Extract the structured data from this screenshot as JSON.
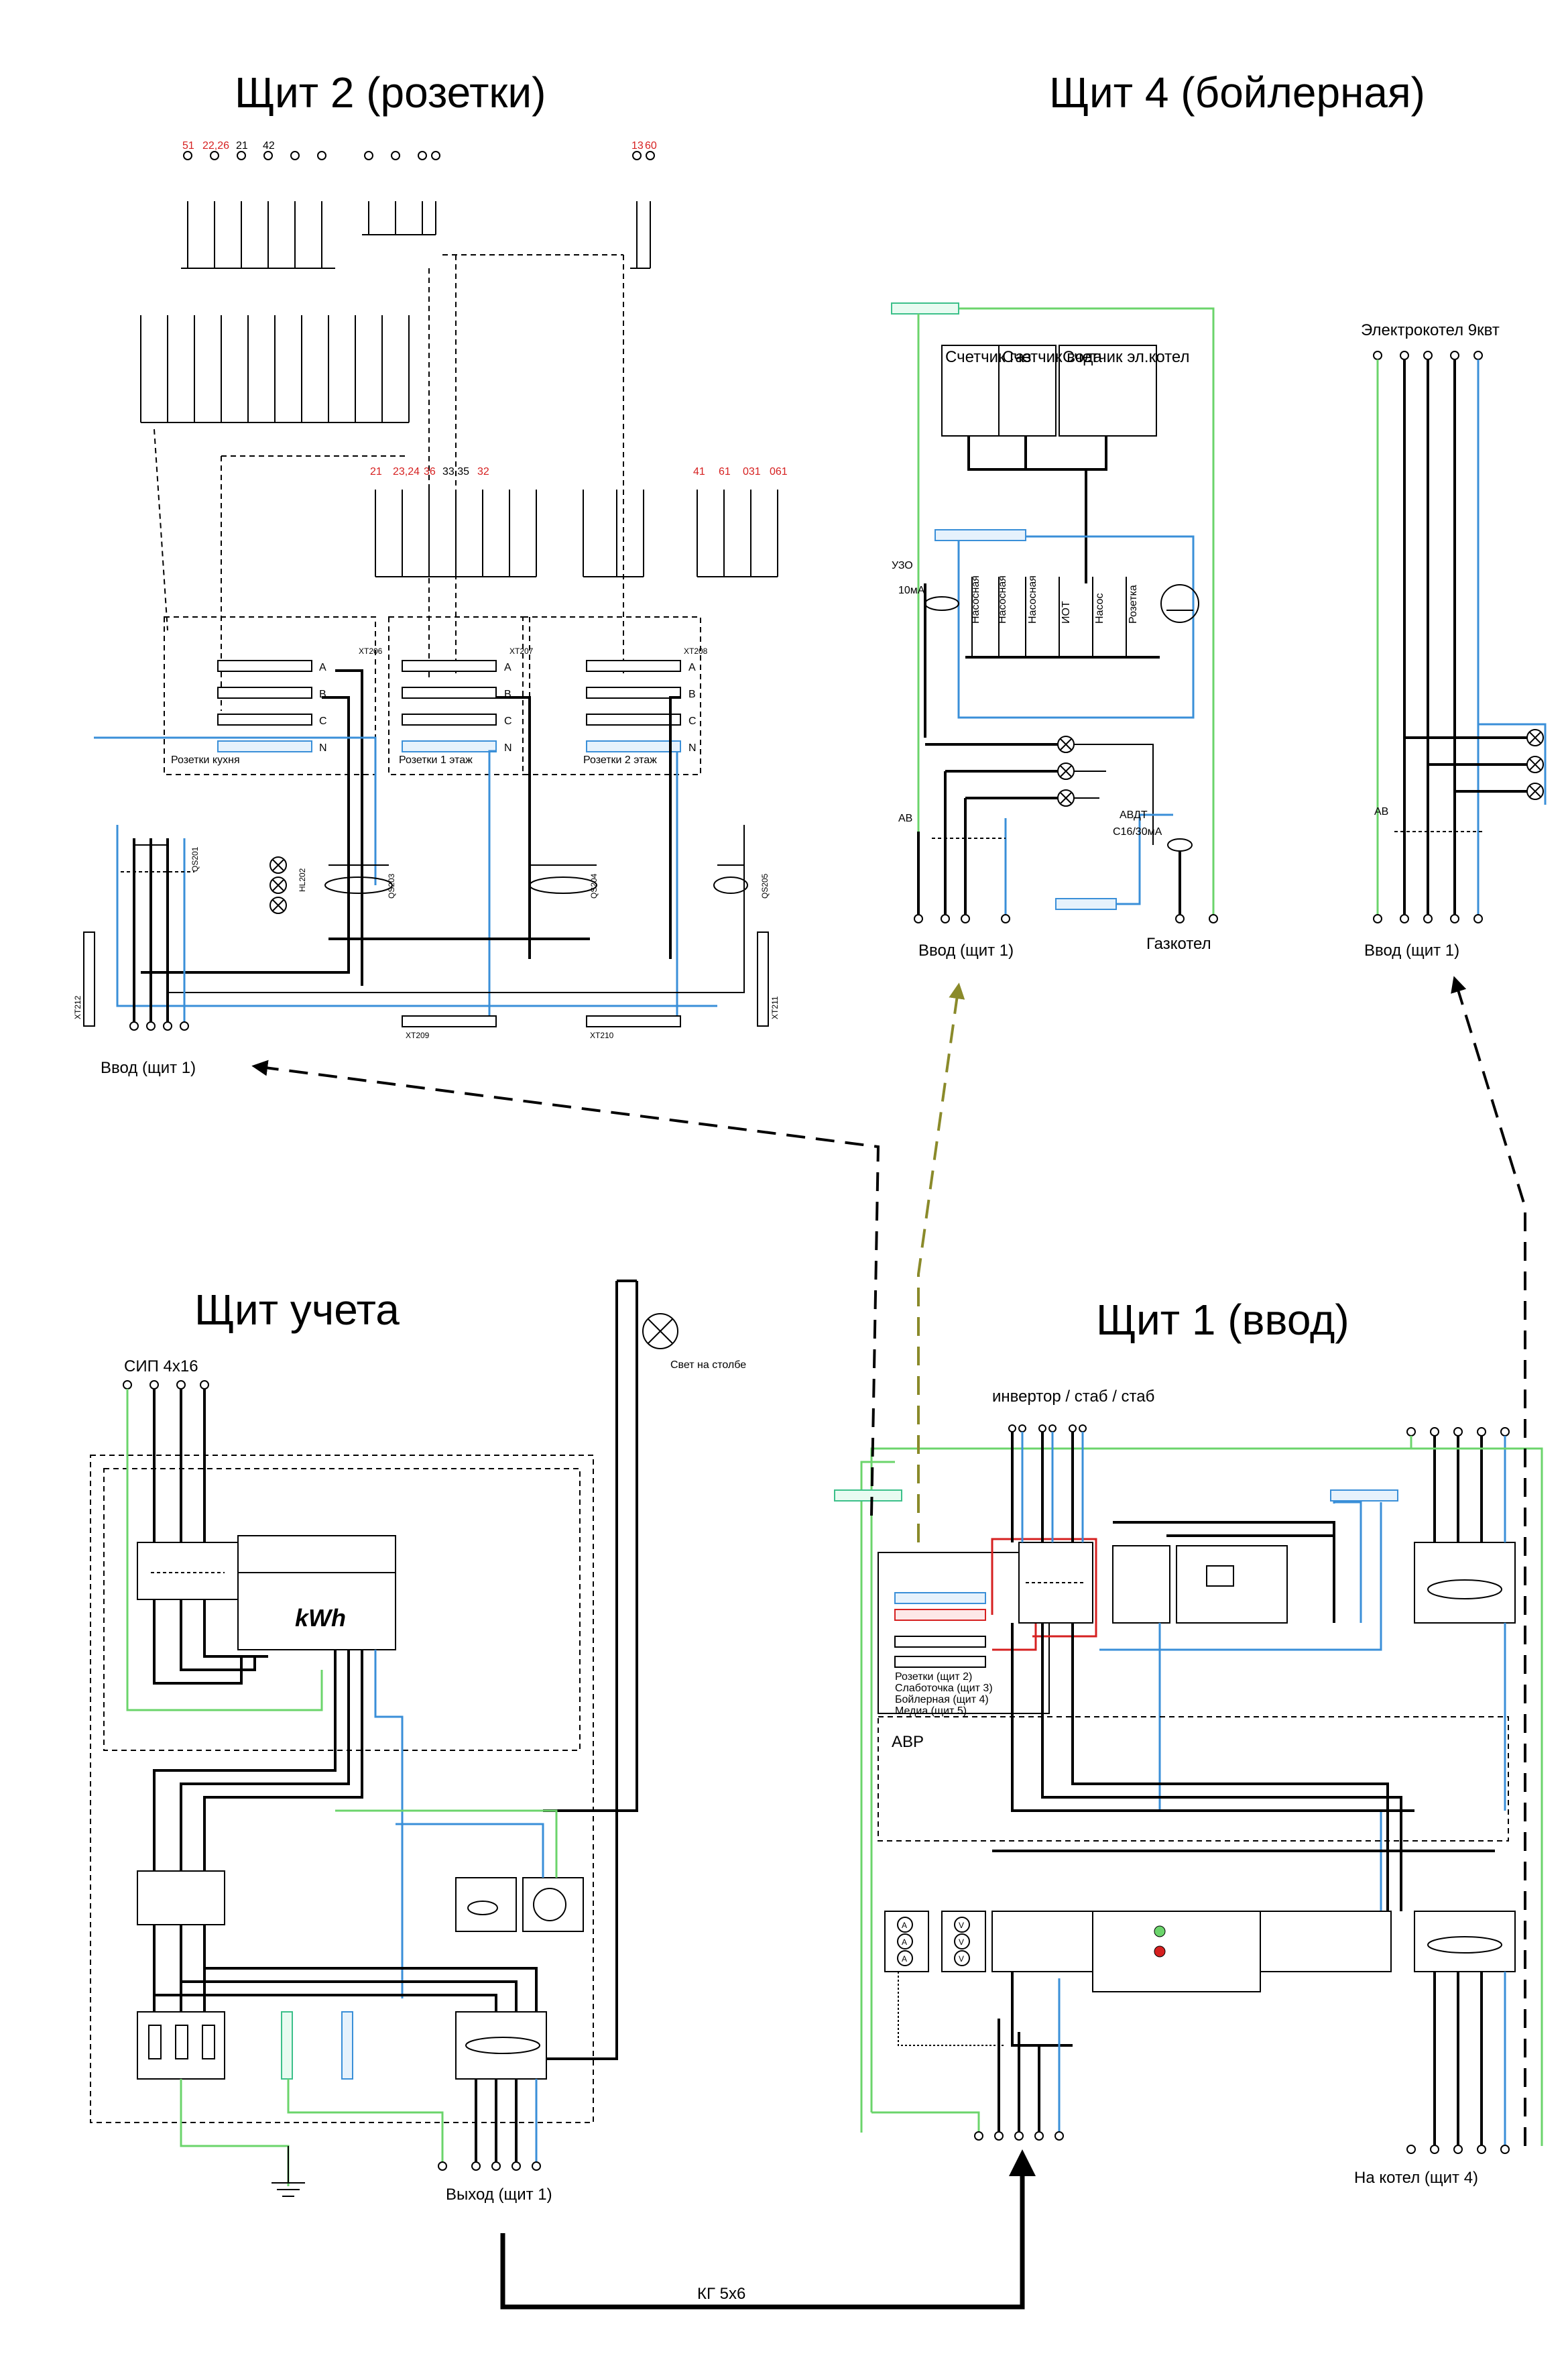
{
  "panels": {
    "shield2_title": "Щит 2 (розетки)",
    "shield4_title": "Щит 4 (бойлерная)",
    "meter_title": "Щит учета",
    "shield1_title": "Щит 1 (ввод)"
  },
  "shield2": {
    "group_labels": [
      "Розетки кухня",
      "Розетки 1 этаж",
      "Розетки 2 этаж"
    ],
    "terminal_blocks": [
      "XT206",
      "XT207",
      "XT208",
      "XT209",
      "XT210",
      "XT211",
      "XT212"
    ],
    "rcd_labels": [
      "QS203",
      "QS204",
      "QS205"
    ],
    "input_switch": "QS201",
    "lamp_label": "HL202",
    "top_circuit_numbers": [
      "51",
      "22,26",
      "21",
      "42",
      "13",
      "60"
    ],
    "mid_circuit_numbers": [
      "21",
      "23,24",
      "36",
      "33,35",
      "32",
      "41",
      "61",
      "031",
      "061"
    ],
    "bus_letters": [
      "A",
      "B",
      "C",
      "N"
    ],
    "input_label": "Ввод (щит 1)"
  },
  "shield4": {
    "meters": [
      "Счетчик газ",
      "Счетчик вода",
      "Счетчик эл.котел"
    ],
    "consumers": [
      "Насосная",
      "Насосная",
      "Насосная",
      "ИОТ",
      "Насос",
      "Розетка"
    ],
    "uzo_label": "УЗО",
    "uzo_rating": "10мА",
    "av_label": "АВ",
    "avdt_label": "АВДТ",
    "avdt_rating": "C16/30мА",
    "input_label": "Ввод (щит 1)",
    "gas_boiler_label": "Газкотел",
    "electric_boiler_title": "Электрокотел 9квт",
    "electric_av_label": "АВ",
    "electric_input_label": "Ввод (щит 1)"
  },
  "meter_panel": {
    "cable_label": "СИП 4х16",
    "meter_unit": "kWh",
    "pole_light": "Свет на столбе",
    "output_label": "Выход (щит 1)",
    "cable_bottom": "КГ 5х6"
  },
  "shield1": {
    "inverter_label": "инвертор / стаб / стаб",
    "avr_label": "АВР",
    "destinations": [
      "Розетки (щит 2)",
      "Слаботочка (щит 3)",
      "Бойлерная (щит 4)",
      "Медиа (щит 5)"
    ],
    "boiler_out_label": "На котел (щит 4)"
  },
  "colors": {
    "wire_black": "#000000",
    "wire_blue": "#3a8fd8",
    "wire_green": "#6bd46b",
    "wire_red": "#d62020",
    "arrow_olive": "#8a8a2a"
  }
}
